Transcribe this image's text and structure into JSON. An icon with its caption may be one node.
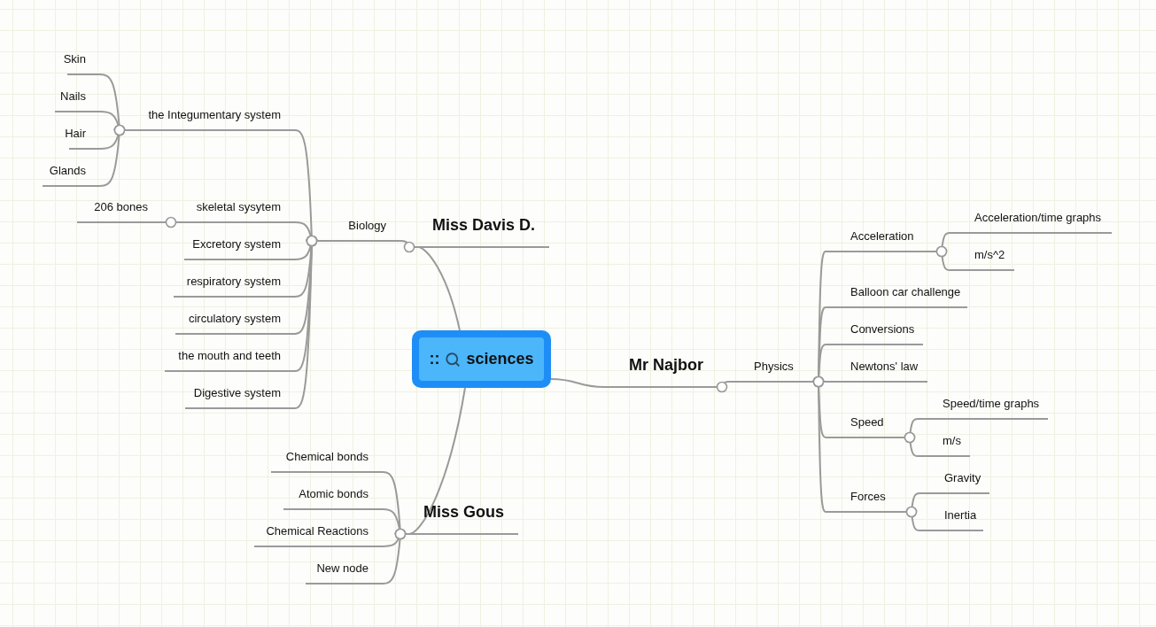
{
  "diagram": {
    "nodes": [
      {
        "text": [
          "::",
          "sciences"
        ]
      },
      {
        "text": [
          "Miss Davis D."
        ]
      },
      {
        "text": [
          "Biology"
        ]
      },
      {
        "text": [
          "the Integumentary system"
        ]
      },
      {
        "text": [
          "Skin"
        ]
      },
      {
        "text": [
          "Nails"
        ]
      },
      {
        "text": [
          "Hair"
        ]
      },
      {
        "text": [
          "Glands"
        ]
      },
      {
        "text": [
          "skeletal sysytem"
        ]
      },
      {
        "text": [
          "206 bones"
        ]
      },
      {
        "text": [
          "Excretory system"
        ]
      },
      {
        "text": [
          "respiratory system"
        ]
      },
      {
        "text": [
          "circulatory system"
        ]
      },
      {
        "text": [
          "the mouth and teeth"
        ]
      },
      {
        "text": [
          "Digestive system"
        ]
      },
      {
        "text": [
          "Miss Gous"
        ]
      },
      {
        "text": [
          "Chemical bonds"
        ]
      },
      {
        "text": [
          "Atomic bonds"
        ]
      },
      {
        "text": [
          "Chemical Reactions"
        ]
      },
      {
        "text": [
          "New node"
        ]
      },
      {
        "text": [
          "Mr Najbor"
        ]
      },
      {
        "text": [
          "Physics"
        ]
      },
      {
        "text": [
          "Acceleration"
        ]
      },
      {
        "text": [
          "Acceleration/time graphs"
        ]
      },
      {
        "text": [
          "m/s^2"
        ]
      },
      {
        "text": [
          "Balloon car challenge"
        ]
      },
      {
        "text": [
          "Conversions"
        ]
      },
      {
        "text": [
          "Newtons' law"
        ]
      },
      {
        "text": [
          "Speed"
        ]
      },
      {
        "text": [
          "Speed/time graphs"
        ]
      },
      {
        "text": [
          "m/s"
        ]
      },
      {
        "text": [
          "Forces"
        ]
      },
      {
        "text": [
          "Gravity"
        ]
      },
      {
        "text": [
          "Inertia"
        ]
      }
    ],
    "edges": [
      {
        "from": 0,
        "to": 1,
        "arrow": "none"
      },
      {
        "from": 1,
        "to": 2,
        "arrow": "other"
      },
      {
        "from": 2,
        "to": 3,
        "arrow": "other"
      },
      {
        "from": 3,
        "to": 4,
        "arrow": "other"
      },
      {
        "from": 3,
        "to": 5,
        "arrow": "other"
      },
      {
        "from": 3,
        "to": 6,
        "arrow": "other"
      },
      {
        "from": 3,
        "to": 7,
        "arrow": "other"
      },
      {
        "from": 2,
        "to": 8,
        "arrow": "other"
      },
      {
        "from": 8,
        "to": 9,
        "arrow": "other"
      },
      {
        "from": 2,
        "to": 10,
        "arrow": "other"
      },
      {
        "from": 2,
        "to": 11,
        "arrow": "other"
      },
      {
        "from": 2,
        "to": 12,
        "arrow": "other"
      },
      {
        "from": 2,
        "to": 13,
        "arrow": "other"
      },
      {
        "from": 2,
        "to": 14,
        "arrow": "other"
      },
      {
        "from": 0,
        "to": 15,
        "arrow": "none"
      },
      {
        "from": 15,
        "to": 16,
        "arrow": "other"
      },
      {
        "from": 15,
        "to": 17,
        "arrow": "other"
      },
      {
        "from": 15,
        "to": 18,
        "arrow": "other"
      },
      {
        "from": 15,
        "to": 19,
        "arrow": "other"
      },
      {
        "from": 0,
        "to": 20,
        "arrow": "none"
      },
      {
        "from": 20,
        "to": 21,
        "arrow": "other"
      },
      {
        "from": 21,
        "to": 22,
        "arrow": "other"
      },
      {
        "from": 22,
        "to": 23,
        "arrow": "other"
      },
      {
        "from": 22,
        "to": 24,
        "arrow": "other"
      },
      {
        "from": 21,
        "to": 25,
        "arrow": "other"
      },
      {
        "from": 21,
        "to": 26,
        "arrow": "other"
      },
      {
        "from": 21,
        "to": 27,
        "arrow": "other"
      },
      {
        "from": 21,
        "to": 28,
        "arrow": "other"
      },
      {
        "from": 28,
        "to": 29,
        "arrow": "other"
      },
      {
        "from": 28,
        "to": 30,
        "arrow": "other"
      },
      {
        "from": 21,
        "to": 31,
        "arrow": "other"
      },
      {
        "from": 31,
        "to": 32,
        "arrow": "other"
      },
      {
        "from": 31,
        "to": 33,
        "arrow": "other"
      }
    ]
  }
}
